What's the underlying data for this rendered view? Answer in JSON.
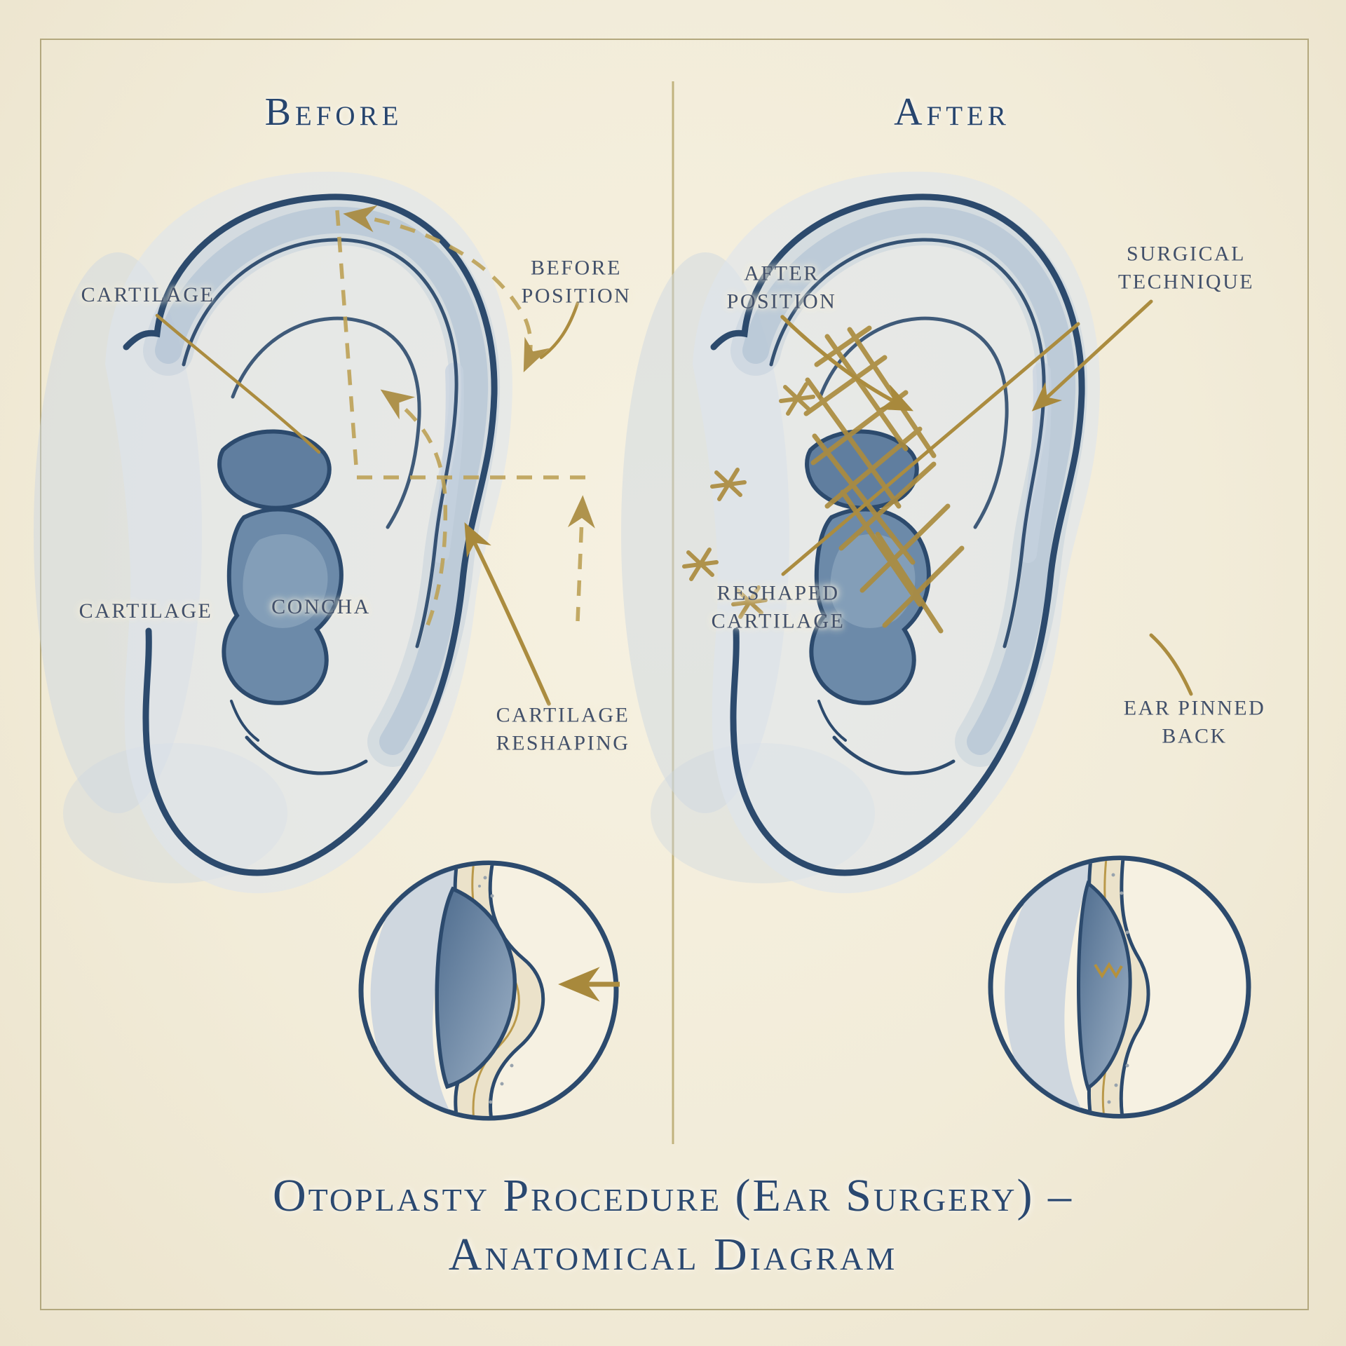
{
  "colors": {
    "background": "#f2ecd9",
    "frame": "#b3a87e",
    "ink_navy": "#27456e",
    "label_ink": "#42506a",
    "gold": "#ab8c3f",
    "gold_dashed": "#bda257",
    "ear_outline": "#2c4a6d",
    "paper_inset": "#f6f1e2"
  },
  "header": {
    "before": "Before",
    "after": "After"
  },
  "before_panel": {
    "labels": {
      "cartilage_upper": "CARTILAGE",
      "before_position": "BEFORE\nPOSITION",
      "cartilage_lower": "CARTILAGE",
      "concha": "CONCHA",
      "cartilage_reshaping": "CARTILAGE\nRESHAPING"
    }
  },
  "after_panel": {
    "labels": {
      "after_position": "AFTER\nPOSITION",
      "surgical_technique": "SURGICAL\nTECHNIQUE",
      "reshaped_cartilage": "RESHAPED\nCARTILAGE",
      "ear_pinned_back": "EAR PINNED\nBACK"
    }
  },
  "title": {
    "line1": "Otoplasty Procedure (Ear Surgery) –",
    "line2": "Anatomical Diagram"
  }
}
